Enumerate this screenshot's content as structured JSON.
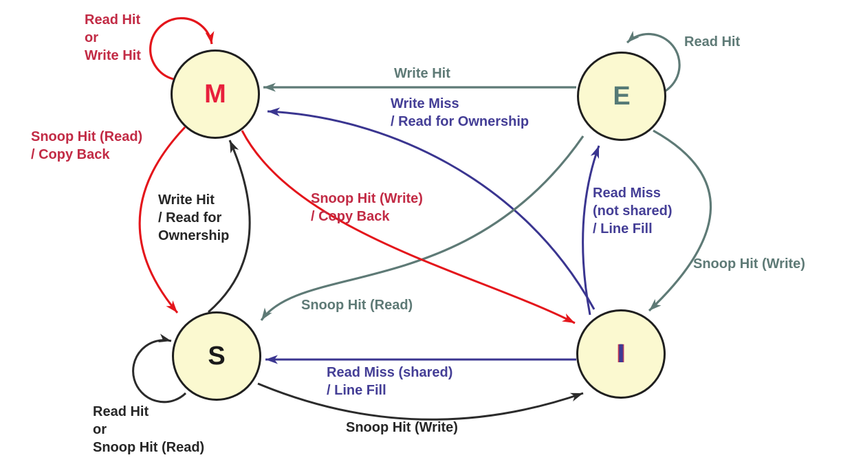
{
  "diagram": {
    "type": "state-transition-diagram",
    "states": [
      {
        "id": "M",
        "label": "M",
        "letter_color": "#e8203c"
      },
      {
        "id": "E",
        "label": "E",
        "letter_color": "#557a76"
      },
      {
        "id": "S",
        "label": "S",
        "letter_color": "#1a1a1a"
      },
      {
        "id": "I",
        "label": "I",
        "letter_color": "#3d3a94"
      }
    ],
    "transitions": [
      {
        "from": "M",
        "to": "M",
        "label": "Read Hit\nor\nWrite Hit",
        "color": "crimson"
      },
      {
        "from": "E",
        "to": "M",
        "label": "Write Hit",
        "color": "gray"
      },
      {
        "from": "I",
        "to": "M",
        "label": "Write Miss\n/ Read for Ownership",
        "color": "purple"
      },
      {
        "from": "E",
        "to": "E",
        "label": "Read Hit",
        "color": "gray"
      },
      {
        "from": "M",
        "to": "S",
        "label": "Snoop Hit (Read)\n/ Copy Back",
        "color": "crimson"
      },
      {
        "from": "S",
        "to": "M",
        "label": "Write Hit\n/ Read for\nOwnership",
        "color": "black"
      },
      {
        "from": "M",
        "to": "I",
        "label": "Snoop Hit (Write)\n/ Copy Back",
        "color": "crimson"
      },
      {
        "from": "I",
        "to": "E",
        "label": "Read Miss\n(not shared)\n/ Line Fill",
        "color": "purple"
      },
      {
        "from": "E",
        "to": "I",
        "label": "Snoop Hit (Write)",
        "color": "gray"
      },
      {
        "from": "E",
        "to": "S",
        "label": "Snoop Hit (Read)",
        "color": "gray"
      },
      {
        "from": "I",
        "to": "S",
        "label": "Read Miss (shared)\n/ Line Fill",
        "color": "purple"
      },
      {
        "from": "S",
        "to": "I",
        "label": "Snoop Hit (Write)",
        "color": "black"
      },
      {
        "from": "S",
        "to": "S",
        "label": "Read Hit\nor\nSnoop Hit (Read)",
        "color": "black"
      }
    ],
    "palette": {
      "state_fill": "#fbf9d0",
      "state_border": "#1f1f1f",
      "arrow_red": "#e4151b",
      "text_crimson": "#c22b45",
      "arrow_purple": "#3a3590",
      "text_purple": "#443e96",
      "gray": "#5e7a76",
      "black": "#2b2b2b"
    }
  }
}
